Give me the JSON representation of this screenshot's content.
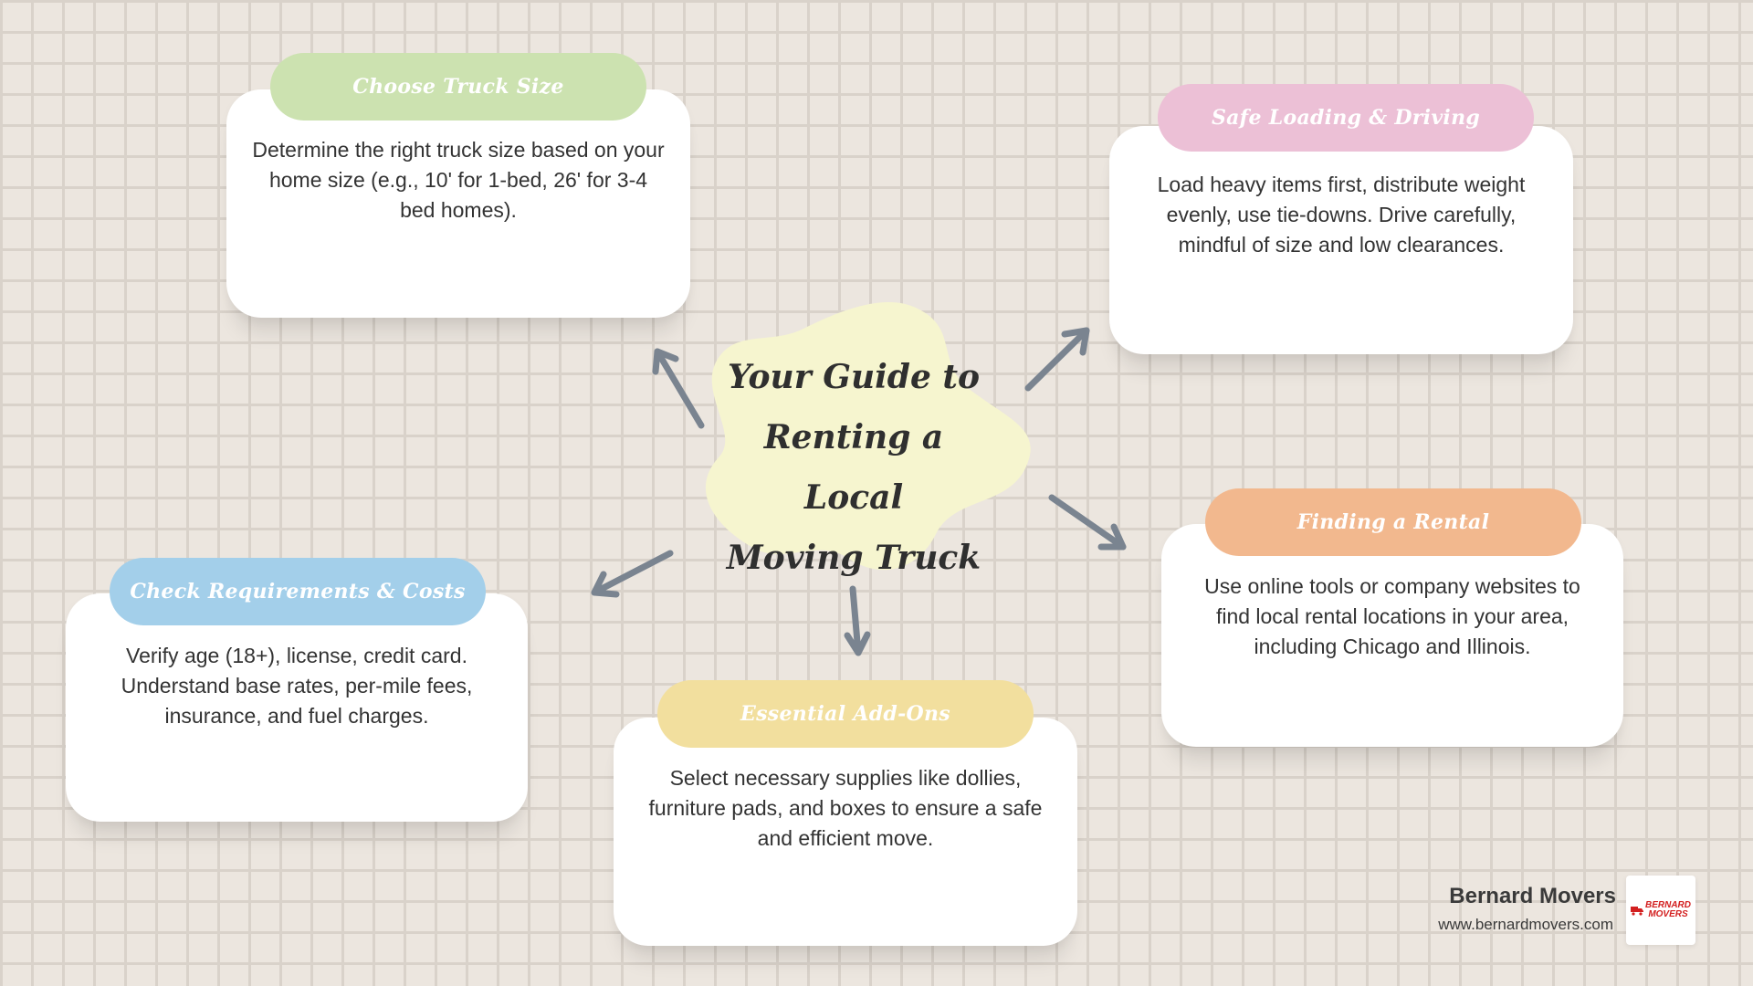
{
  "center": {
    "title_line1": "Your Guide to",
    "title_line2": "Renting a Local",
    "title_line3": "Moving Truck"
  },
  "cards": {
    "truck_size": {
      "title": "Choose Truck Size",
      "body": "Determine the right truck size based on your home size (e.g., 10' for 1-bed, 26' for 3-4 bed homes).",
      "color": "#cce2b0"
    },
    "safe_loading": {
      "title": "Safe Loading & Driving",
      "body": "Load heavy items first, distribute weight evenly, use tie-downs. Drive carefully, mindful of size and low clearances.",
      "color": "#ecc0d6"
    },
    "finding_rental": {
      "title": "Finding a Rental",
      "body": "Use online tools or company websites to find local rental locations in your area, including Chicago and Illinois.",
      "color": "#f2b88e"
    },
    "add_ons": {
      "title": "Essential Add-Ons",
      "body": "Select necessary supplies like dollies, furniture pads, and boxes to ensure a safe and efficient move.",
      "color": "#f2df9e"
    },
    "requirements": {
      "title": "Check Requirements & Costs",
      "body": "Verify age (18+), license, credit card. Understand base rates, per-mile fees, insurance, and fuel charges.",
      "color": "#a3cfea"
    }
  },
  "branding": {
    "name": "Bernard Movers",
    "url": "www.bernardmovers.com",
    "logo_line1": "BERNARD",
    "logo_line2": "MOVERS",
    "logo_color": "#d32020"
  },
  "colors": {
    "background": "#ece6df",
    "grid": "#d9d2ca",
    "center_blob": "#f6f5cf",
    "arrow": "#7a8490"
  }
}
